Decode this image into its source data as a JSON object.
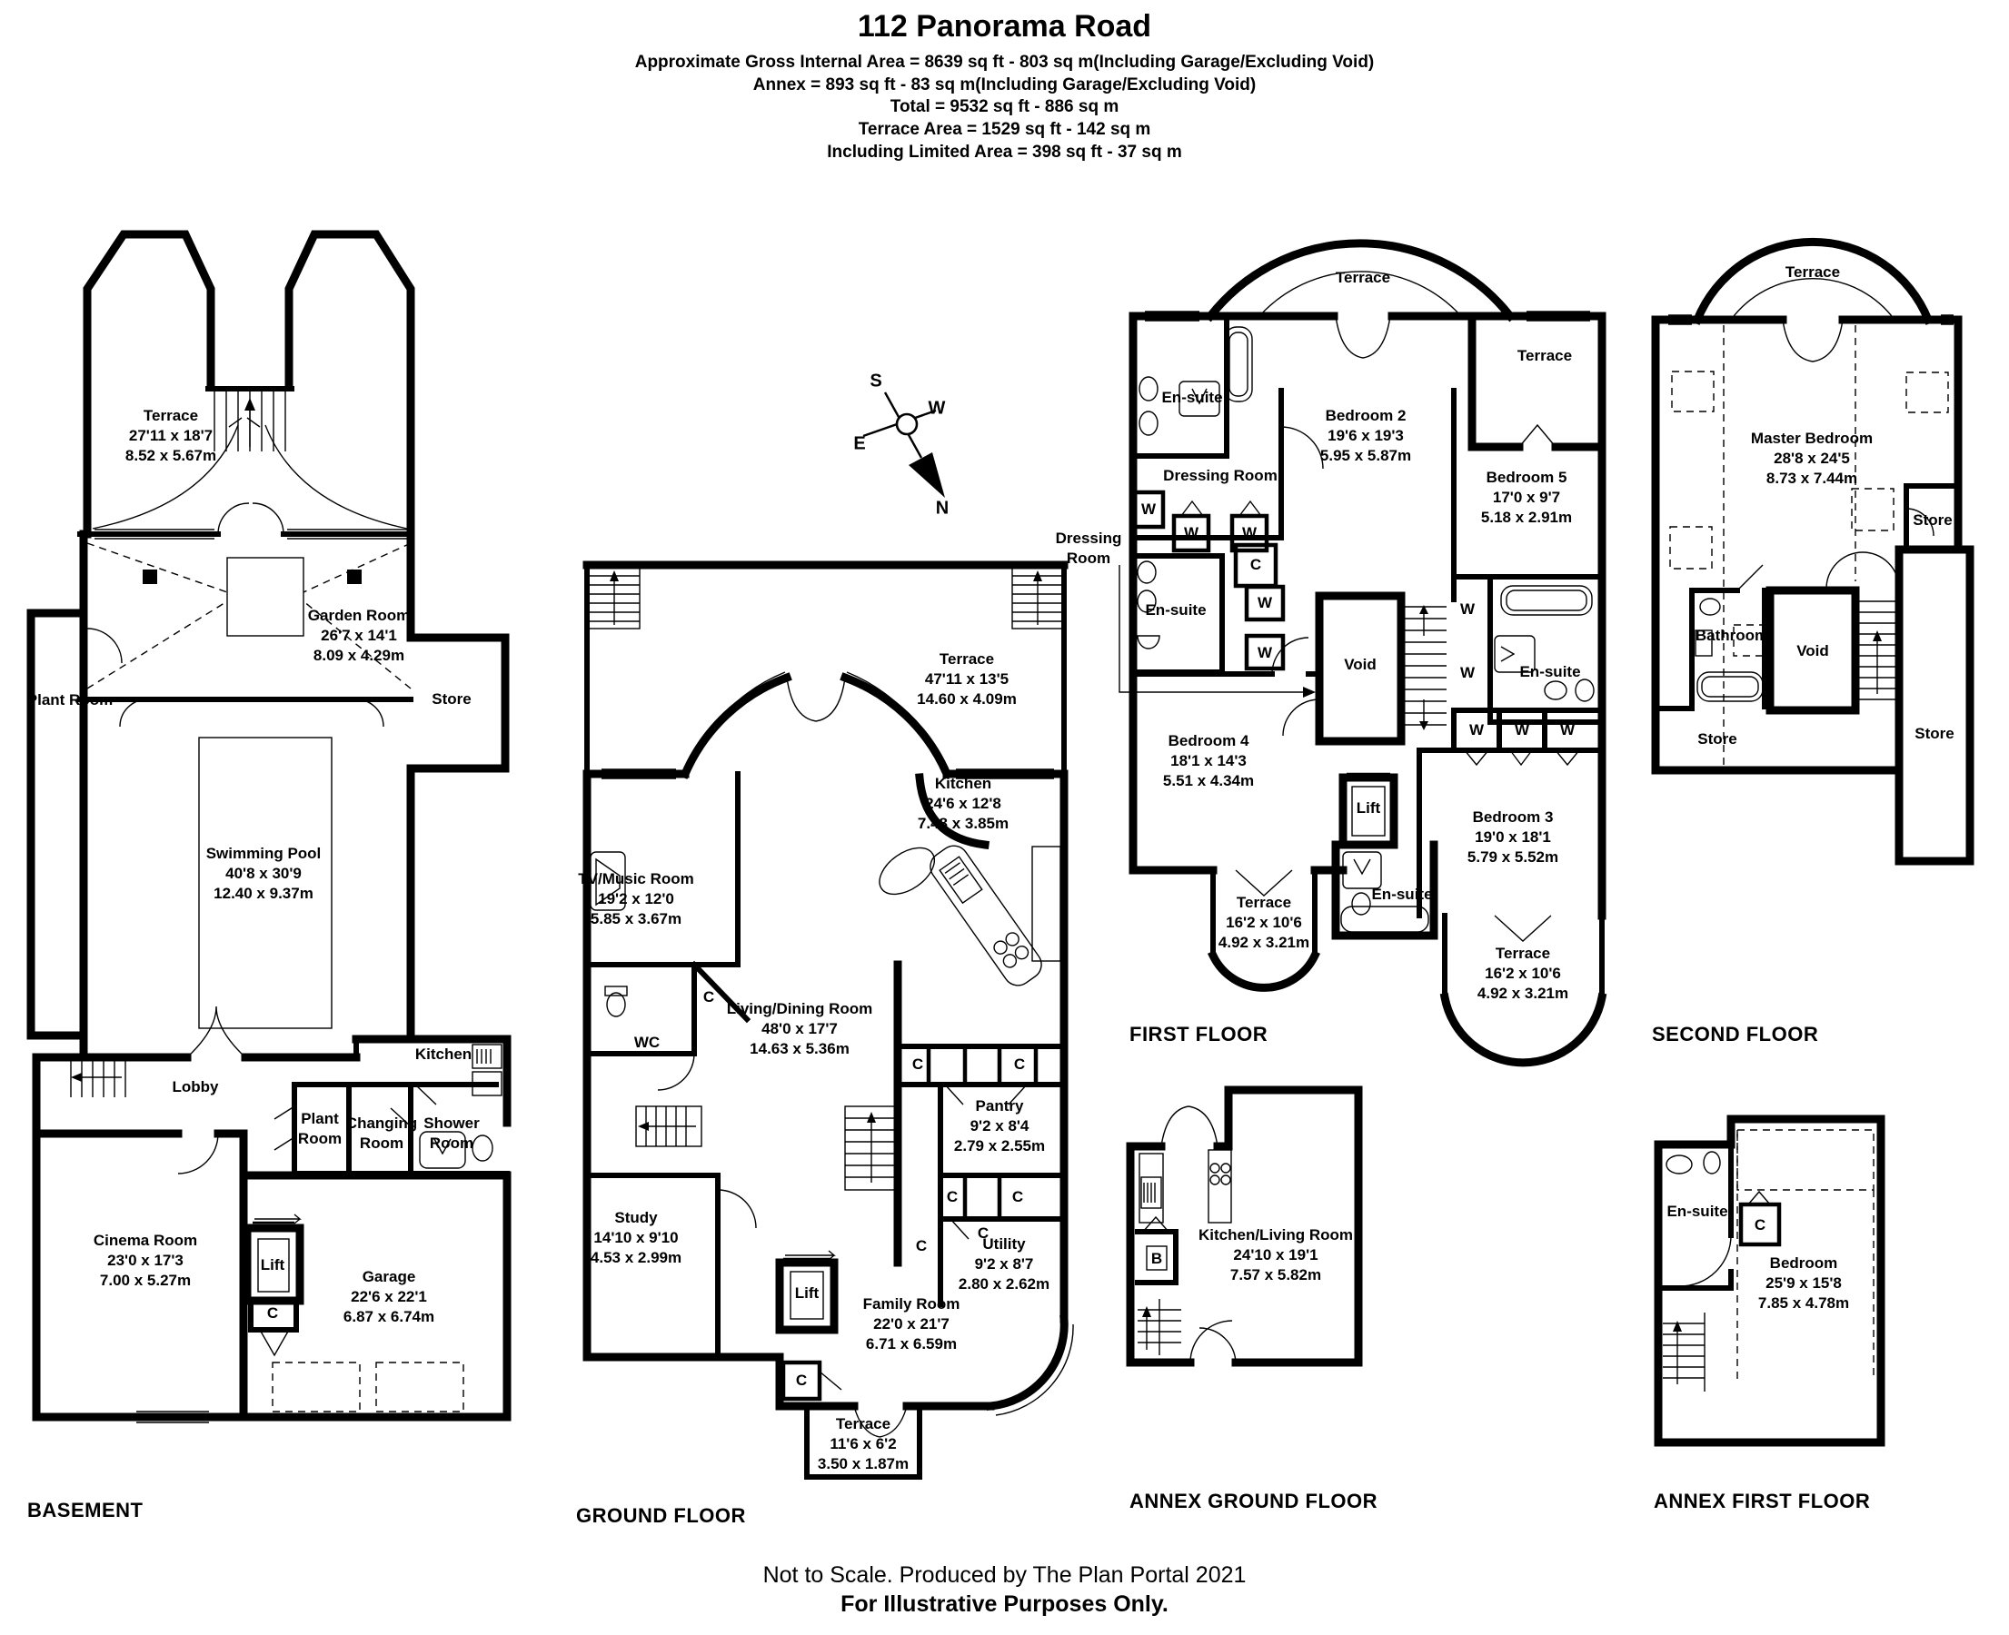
{
  "header": {
    "title": "112 Panorama Road",
    "lines": [
      "Approximate Gross Internal Area = 8639 sq ft - 803 sq m(Including Garage/Excluding Void)",
      "Annex = 893 sq ft - 83 sq m(Including Garage/Excluding Void)",
      "Total = 9532 sq ft - 886 sq m",
      "Terrace Area = 1529 sq ft - 142 sq m",
      "Including Limited Area = 398 sq ft - 37 sq m"
    ]
  },
  "footer": {
    "line1": "Not to Scale. Produced by The Plan Portal 2021",
    "line2": "For Illustrative Purposes Only."
  },
  "compass": {
    "n": "N",
    "s": "S",
    "e": "E",
    "w": "W"
  },
  "glyphs": {
    "w": "W",
    "c": "C",
    "b": "B",
    "wc": "WC",
    "lift": "Lift",
    "void": "Void",
    "store": "Store",
    "terrace": "Terrace",
    "en_suite": "En-suite"
  },
  "floor_labels": {
    "basement": "BASEMENT",
    "ground": "GROUND FLOOR",
    "first": "FIRST FLOOR",
    "second": "SECOND FLOOR",
    "annex_ground": "ANNEX GROUND FLOOR",
    "annex_first": "ANNEX FIRST FLOOR"
  },
  "rooms": {
    "basement": {
      "terrace": {
        "name": "Terrace",
        "imp": "27'11 x 18'7",
        "met": "8.52 x 5.67m"
      },
      "garden_room": {
        "name": "Garden Room",
        "imp": "26'7 x 14'1",
        "met": "8.09 x 4.29m"
      },
      "plant_room": {
        "name": "Plant Room"
      },
      "swimming_pool": {
        "name": "Swimming Pool",
        "imp": "40'8 x 30'9",
        "met": "12.40 x 9.37m"
      },
      "kitchen": {
        "name": "Kitchen"
      },
      "lobby": {
        "name": "Lobby"
      },
      "plant_room_small": {
        "l1": "Plant",
        "l2": "Room"
      },
      "changing_room": {
        "l1": "Changing",
        "l2": "Room"
      },
      "shower_room": {
        "l1": "Shower",
        "l2": "Room"
      },
      "cinema_room": {
        "name": "Cinema Room",
        "imp": "23'0 x 17'3",
        "met": "7.00 x 5.27m"
      },
      "garage": {
        "name": "Garage",
        "imp": "22'6 x 22'1",
        "met": "6.87 x 6.74m"
      }
    },
    "ground": {
      "terrace": {
        "name": "Terrace",
        "imp": "47'11 x 13'5",
        "met": "14.60 x 4.09m"
      },
      "tv_music_room": {
        "name": "TV/Music Room",
        "imp": "19'2 x 12'0",
        "met": "5.85 x 3.67m"
      },
      "kitchen": {
        "name": "Kitchen",
        "imp": "24'6 x 12'8",
        "met": "7.48 x 3.85m"
      },
      "living_dining": {
        "name": "Living/Dining Room",
        "imp": "48'0 x 17'7",
        "met": "14.63 x 5.36m"
      },
      "pantry": {
        "name": "Pantry",
        "imp": "9'2 x 8'4",
        "met": "2.79 x 2.55m"
      },
      "study": {
        "name": "Study",
        "imp": "14'10 x 9'10",
        "met": "4.53 x 2.99m"
      },
      "utility": {
        "name": "Utility",
        "imp": "9'2 x 8'7",
        "met": "2.80 x 2.62m"
      },
      "family_room": {
        "name": "Family Room",
        "imp": "22'0 x 21'7",
        "met": "6.71 x 6.59m"
      },
      "terrace_small": {
        "name": "Terrace",
        "imp": "11'6 x 6'2",
        "met": "3.50 x 1.87m"
      }
    },
    "first": {
      "bedroom_2": {
        "name": "Bedroom 2",
        "imp": "19'6 x 19'3",
        "met": "5.95 x 5.87m"
      },
      "bedroom_5": {
        "name": "Bedroom 5",
        "imp": "17'0 x 9'7",
        "met": "5.18 x 2.91m"
      },
      "bedroom_4": {
        "name": "Bedroom 4",
        "imp": "18'1 x 14'3",
        "met": "5.51 x 4.34m"
      },
      "bedroom_3": {
        "name": "Bedroom 3",
        "imp": "19'0 x 18'1",
        "met": "5.79 x 5.52m"
      },
      "dressing_room": {
        "name": "Dressing Room"
      },
      "dressing_room_side": {
        "l1": "Dressing",
        "l2": "Room"
      },
      "terrace_left": {
        "name": "Terrace",
        "imp": "16'2 x 10'6",
        "met": "4.92 x 3.21m"
      },
      "terrace_right": {
        "name": "Terrace",
        "imp": "16'2 x 10'6",
        "met": "4.92 x 3.21m"
      }
    },
    "second": {
      "master_bedroom": {
        "name": "Master Bedroom",
        "imp": "28'8 x 24'5",
        "met": "8.73 x 7.44m"
      },
      "bathroom": {
        "name": "Bathroom"
      }
    },
    "annex_ground": {
      "kitchen_living": {
        "name": "Kitchen/Living Room",
        "imp": "24'10 x 19'1",
        "met": "7.57 x 5.82m"
      }
    },
    "annex_first": {
      "bedroom": {
        "name": "Bedroom",
        "imp": "25'9 x 15'8",
        "met": "7.85 x 4.78m"
      }
    }
  }
}
